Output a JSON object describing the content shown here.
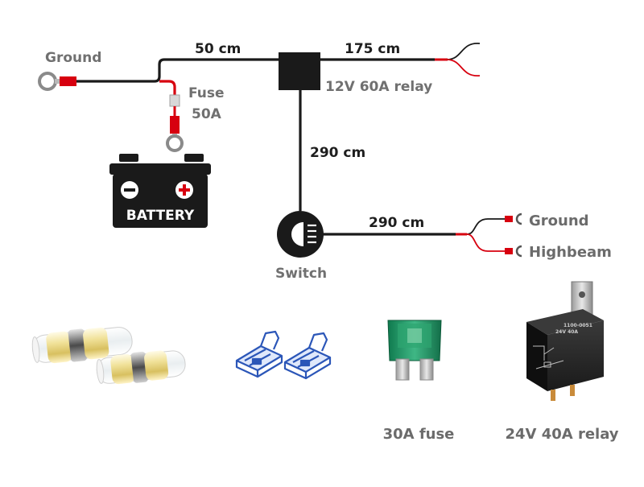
{
  "harness": {
    "ground_label": "Ground",
    "fuse_label": "Fuse",
    "fuse_rating": "50A",
    "battery_label": "BATTERY",
    "relay_label": "12V 60A relay",
    "switch_label": "Switch",
    "length_top_left": "50 cm",
    "length_top_right": "175 cm",
    "length_vertical": "290 cm",
    "length_switch_out": "290 cm",
    "out_ground_label": "Ground",
    "out_highbeam_label": "Highbeam"
  },
  "accessories": {
    "fuse_caption": "30A fuse",
    "relay_caption": "24V 40A relay",
    "relay_marking_1": "1100-0051",
    "relay_marking_2": "24V   40A"
  },
  "colors": {
    "wire_black": "#1a1a1a",
    "wire_red": "#d7000f",
    "fuse_green": "#1f9a6a",
    "connector_blue": "#2b56b8",
    "heatshrink_yellow": "#ead77a"
  }
}
